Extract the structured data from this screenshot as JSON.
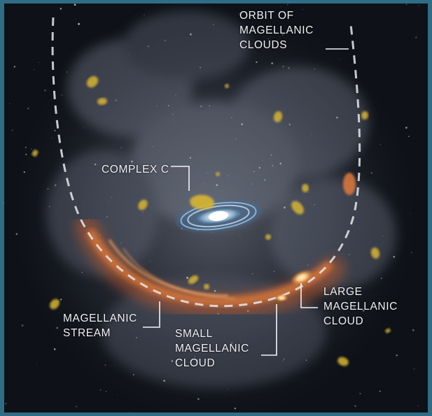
{
  "labels": {
    "orbit": [
      "ORBIT OF",
      "MAGELLANIC",
      "CLOUDS"
    ],
    "complex_c": "COMPLEX C",
    "magellanic_stream": [
      "MAGELLANIC",
      "STREAM"
    ],
    "small_magellanic_cloud": [
      "SMALL",
      "MAGELLANIC",
      "CLOUD"
    ],
    "large_magellanic_cloud": [
      "LARGE",
      "MAGELLANIC",
      "CLOUD"
    ]
  },
  "colors": {
    "frame": "#2f6d86",
    "space": "#0e1117",
    "halo": "#6a7080",
    "stream": "#d2682e",
    "hvc": "#d8b530",
    "orbit_line": "#e6e8ec",
    "label_text": "#f1f3f6"
  }
}
